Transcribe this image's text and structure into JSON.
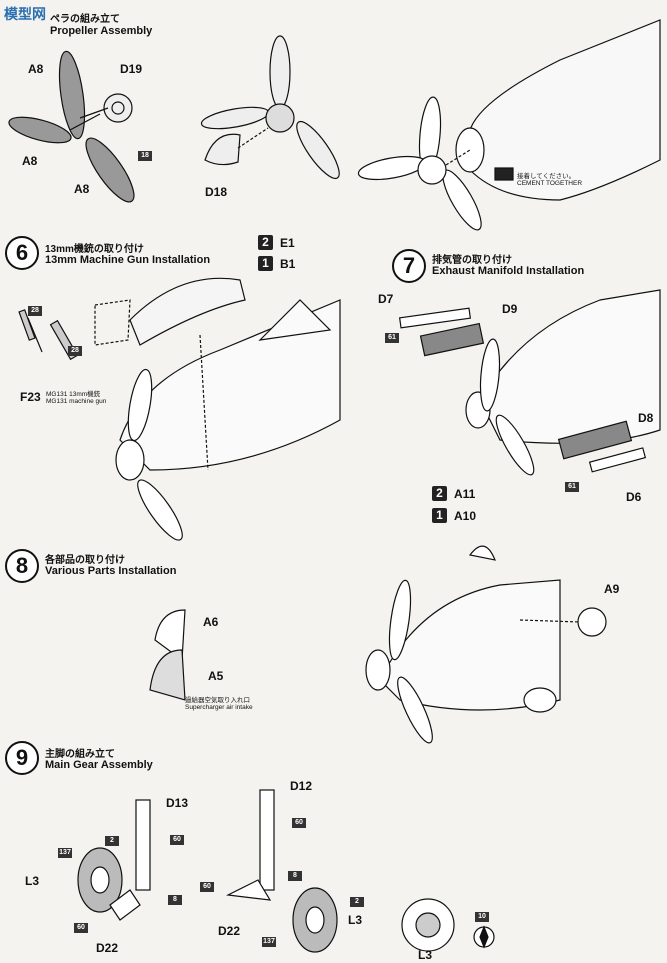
{
  "logo": {
    "text": "模型网"
  },
  "steps": {
    "s5": {
      "jp": "ペラの組み立て",
      "en": "Propeller Assembly"
    },
    "s6": {
      "num": "6",
      "jp": "13mm機銃の取り付け",
      "en": "13mm Machine Gun Installation"
    },
    "s7": {
      "num": "7",
      "jp": "排気管の取り付け",
      "en": "Exhaust Manifold Installation"
    },
    "s8": {
      "num": "8",
      "jp": "各部品の取り付け",
      "en": "Various Parts Installation"
    },
    "s9": {
      "num": "9",
      "jp": "主脚の組み立て",
      "en": "Main Gear Assembly"
    }
  },
  "parts": {
    "a8": "A8",
    "d19": "D19",
    "d18": "D18",
    "e1": "E1",
    "b1": "B1",
    "f23": "F23",
    "d7": "D7",
    "d9": "D9",
    "d8": "D8",
    "d6": "D6",
    "a11": "A11",
    "a10": "A10",
    "a9": "A9",
    "a6": "A6",
    "a5": "A5",
    "d13": "D13",
    "d12": "D12",
    "l3": "L3",
    "d22": "D22"
  },
  "colors": {
    "c18": "18",
    "c28": "28",
    "c61": "61",
    "c60": "60",
    "c2": "2",
    "c8": "8",
    "c137": "137",
    "c10": "10"
  },
  "variants": {
    "v2": "2",
    "v1": "1"
  },
  "notes": {
    "cement_jp": "接着してください。",
    "cement_en": "CEMENT TOGETHER",
    "mg_jp": "MG131 13mm機銃",
    "mg_en": "MG131 machine gun",
    "air_jp": "過給器空気取り入れ口",
    "air_en": "Supercharger air intake"
  }
}
